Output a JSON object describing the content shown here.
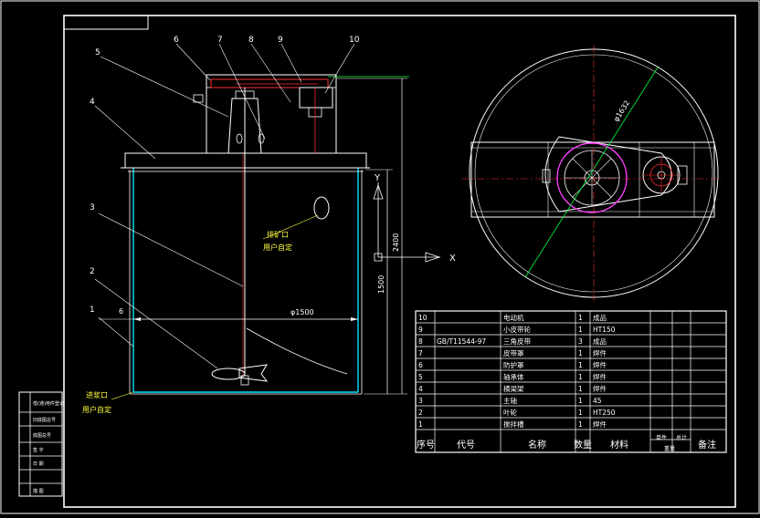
{
  "callouts": [
    "1",
    "2",
    "3",
    "4",
    "5",
    "6",
    "7",
    "8",
    "9",
    "10"
  ],
  "front_view": {
    "dia_label": "φ1500",
    "height_total": "2400",
    "height_tank": "1500",
    "dim_6": "6",
    "note_outlet_1": "排矿口",
    "note_outlet_2": "用户自定",
    "note_inlet_1": "进浆口",
    "note_inlet_2": "用户自定",
    "axis_x": "X",
    "axis_y": "Y"
  },
  "top_view": {
    "dia_label": "φ1632"
  },
  "bom": {
    "rows": [
      {
        "no": "10",
        "code": "",
        "name": "电动机",
        "qty": "1",
        "material": "成品"
      },
      {
        "no": "9",
        "code": "",
        "name": "小皮带轮",
        "qty": "1",
        "material": "HT150"
      },
      {
        "no": "8",
        "code": "GB/T11544-97",
        "name": "三角皮带",
        "qty": "3",
        "material": "成品"
      },
      {
        "no": "7",
        "code": "",
        "name": "皮带罩",
        "qty": "1",
        "material": "焊件"
      },
      {
        "no": "6",
        "code": "",
        "name": "防护罩",
        "qty": "1",
        "material": "焊件"
      },
      {
        "no": "5",
        "code": "",
        "name": "轴承体",
        "qty": "1",
        "material": "焊件"
      },
      {
        "no": "4",
        "code": "",
        "name": "横梁架",
        "qty": "1",
        "material": "焊件"
      },
      {
        "no": "3",
        "code": "",
        "name": "主轴",
        "qty": "1",
        "material": "45"
      },
      {
        "no": "2",
        "code": "",
        "name": "叶轮",
        "qty": "1",
        "material": "HT250"
      },
      {
        "no": "1",
        "code": "",
        "name": "搅拌槽",
        "qty": "1",
        "material": "焊件"
      }
    ],
    "header": {
      "no": "序号",
      "code": "代号",
      "name": "名称",
      "qty": "数量",
      "material": "材料",
      "unit_weight": "单件",
      "total_weight": "总计",
      "weight": "重量",
      "remark": "备注"
    }
  },
  "side_panel": [
    "借(通)用件登记",
    "旧底图总号",
    "底图总号",
    "签  字",
    "日  期",
    "描  图"
  ]
}
